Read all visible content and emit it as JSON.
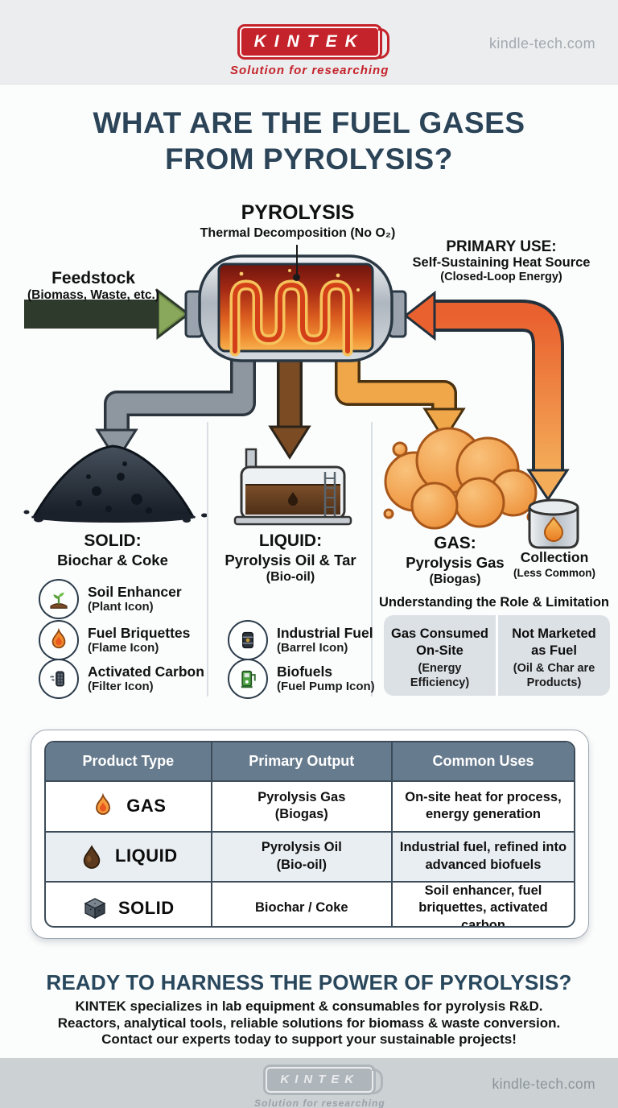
{
  "header": {
    "logo": "KINTEK",
    "tagline": "Solution for researching",
    "website": "kindle-tech.com"
  },
  "title": {
    "line1": "WHAT ARE THE FUEL GASES",
    "line2": "FROM PYROLYSIS?"
  },
  "diagram": {
    "process": {
      "title": "PYROLYSIS",
      "subtitle": "Thermal Decomposition (No O₂)"
    },
    "feedstock": {
      "title": "Feedstock",
      "subtitle": "(Biomass, Waste, etc.)"
    },
    "primary_use": {
      "title": "PRIMARY USE:",
      "line1": "Self-Sustaining Heat Source",
      "line2": "(Closed-Loop Energy)"
    },
    "outputs": {
      "solid": {
        "title": "SOLID:",
        "name": "Biochar & Coke"
      },
      "liquid": {
        "title": "LIQUID:",
        "name": "Pyrolysis Oil & Tar",
        "sub": "(Bio-oil)"
      },
      "gas": {
        "title": "GAS:",
        "name": "Pyrolysis Gas",
        "sub": "(Biogas)"
      },
      "collection": {
        "title": "Collection",
        "sub": "(Less Common)"
      }
    },
    "solid_uses": [
      {
        "label": "Soil Enhancer",
        "sub": "(Plant Icon)"
      },
      {
        "label": "Fuel Briquettes",
        "sub": "(Flame Icon)"
      },
      {
        "label": "Activated Carbon",
        "sub": "(Filter Icon)"
      }
    ],
    "liquid_uses": [
      {
        "label": "Industrial Fuel",
        "sub": "(Barrel Icon)"
      },
      {
        "label": "Biofuels",
        "sub": "(Fuel Pump Icon)"
      }
    ],
    "limitation": {
      "heading": "Understanding the Role & Limitation",
      "items": [
        {
          "line1": "Gas Consumed",
          "line2": "On-Site",
          "sub": "(Energy Efficiency)"
        },
        {
          "line1": "Not Marketed",
          "line2": "as Fuel",
          "sub": "(Oil & Char are Products)"
        }
      ]
    }
  },
  "table": {
    "headers": [
      "Product Type",
      "Primary Output",
      "Common Uses"
    ],
    "rows": [
      {
        "type": "GAS",
        "output_line1": "Pyrolysis Gas",
        "output_line2": "(Biogas)",
        "uses": "On-site heat for process, energy generation"
      },
      {
        "type": "LIQUID",
        "output_line1": "Pyrolysis Oil",
        "output_line2": "(Bio-oil)",
        "uses": "Industrial fuel, refined into advanced biofuels"
      },
      {
        "type": "SOLID",
        "output_line1": "Biochar / Coke",
        "output_line2": "",
        "uses": "Soil enhancer, fuel briquettes, activated carbon"
      }
    ]
  },
  "cta": {
    "heading": "READY TO HARNESS THE POWER OF PYROLYSIS?",
    "line1": "KINTEK specializes in lab equipment & consumables for pyrolysis R&D.",
    "line2": "Reactors, analytical tools, reliable solutions for biomass & waste conversion.",
    "line3": "Contact our experts today to support your sustainable projects!"
  },
  "footer": {
    "logo": "KINTEK",
    "tagline": "Solution for researching",
    "website": "kindle-tech.com"
  },
  "colors": {
    "accent_red": "#c5232b",
    "navy": "#2b4458",
    "table_header": "#677b8e"
  }
}
